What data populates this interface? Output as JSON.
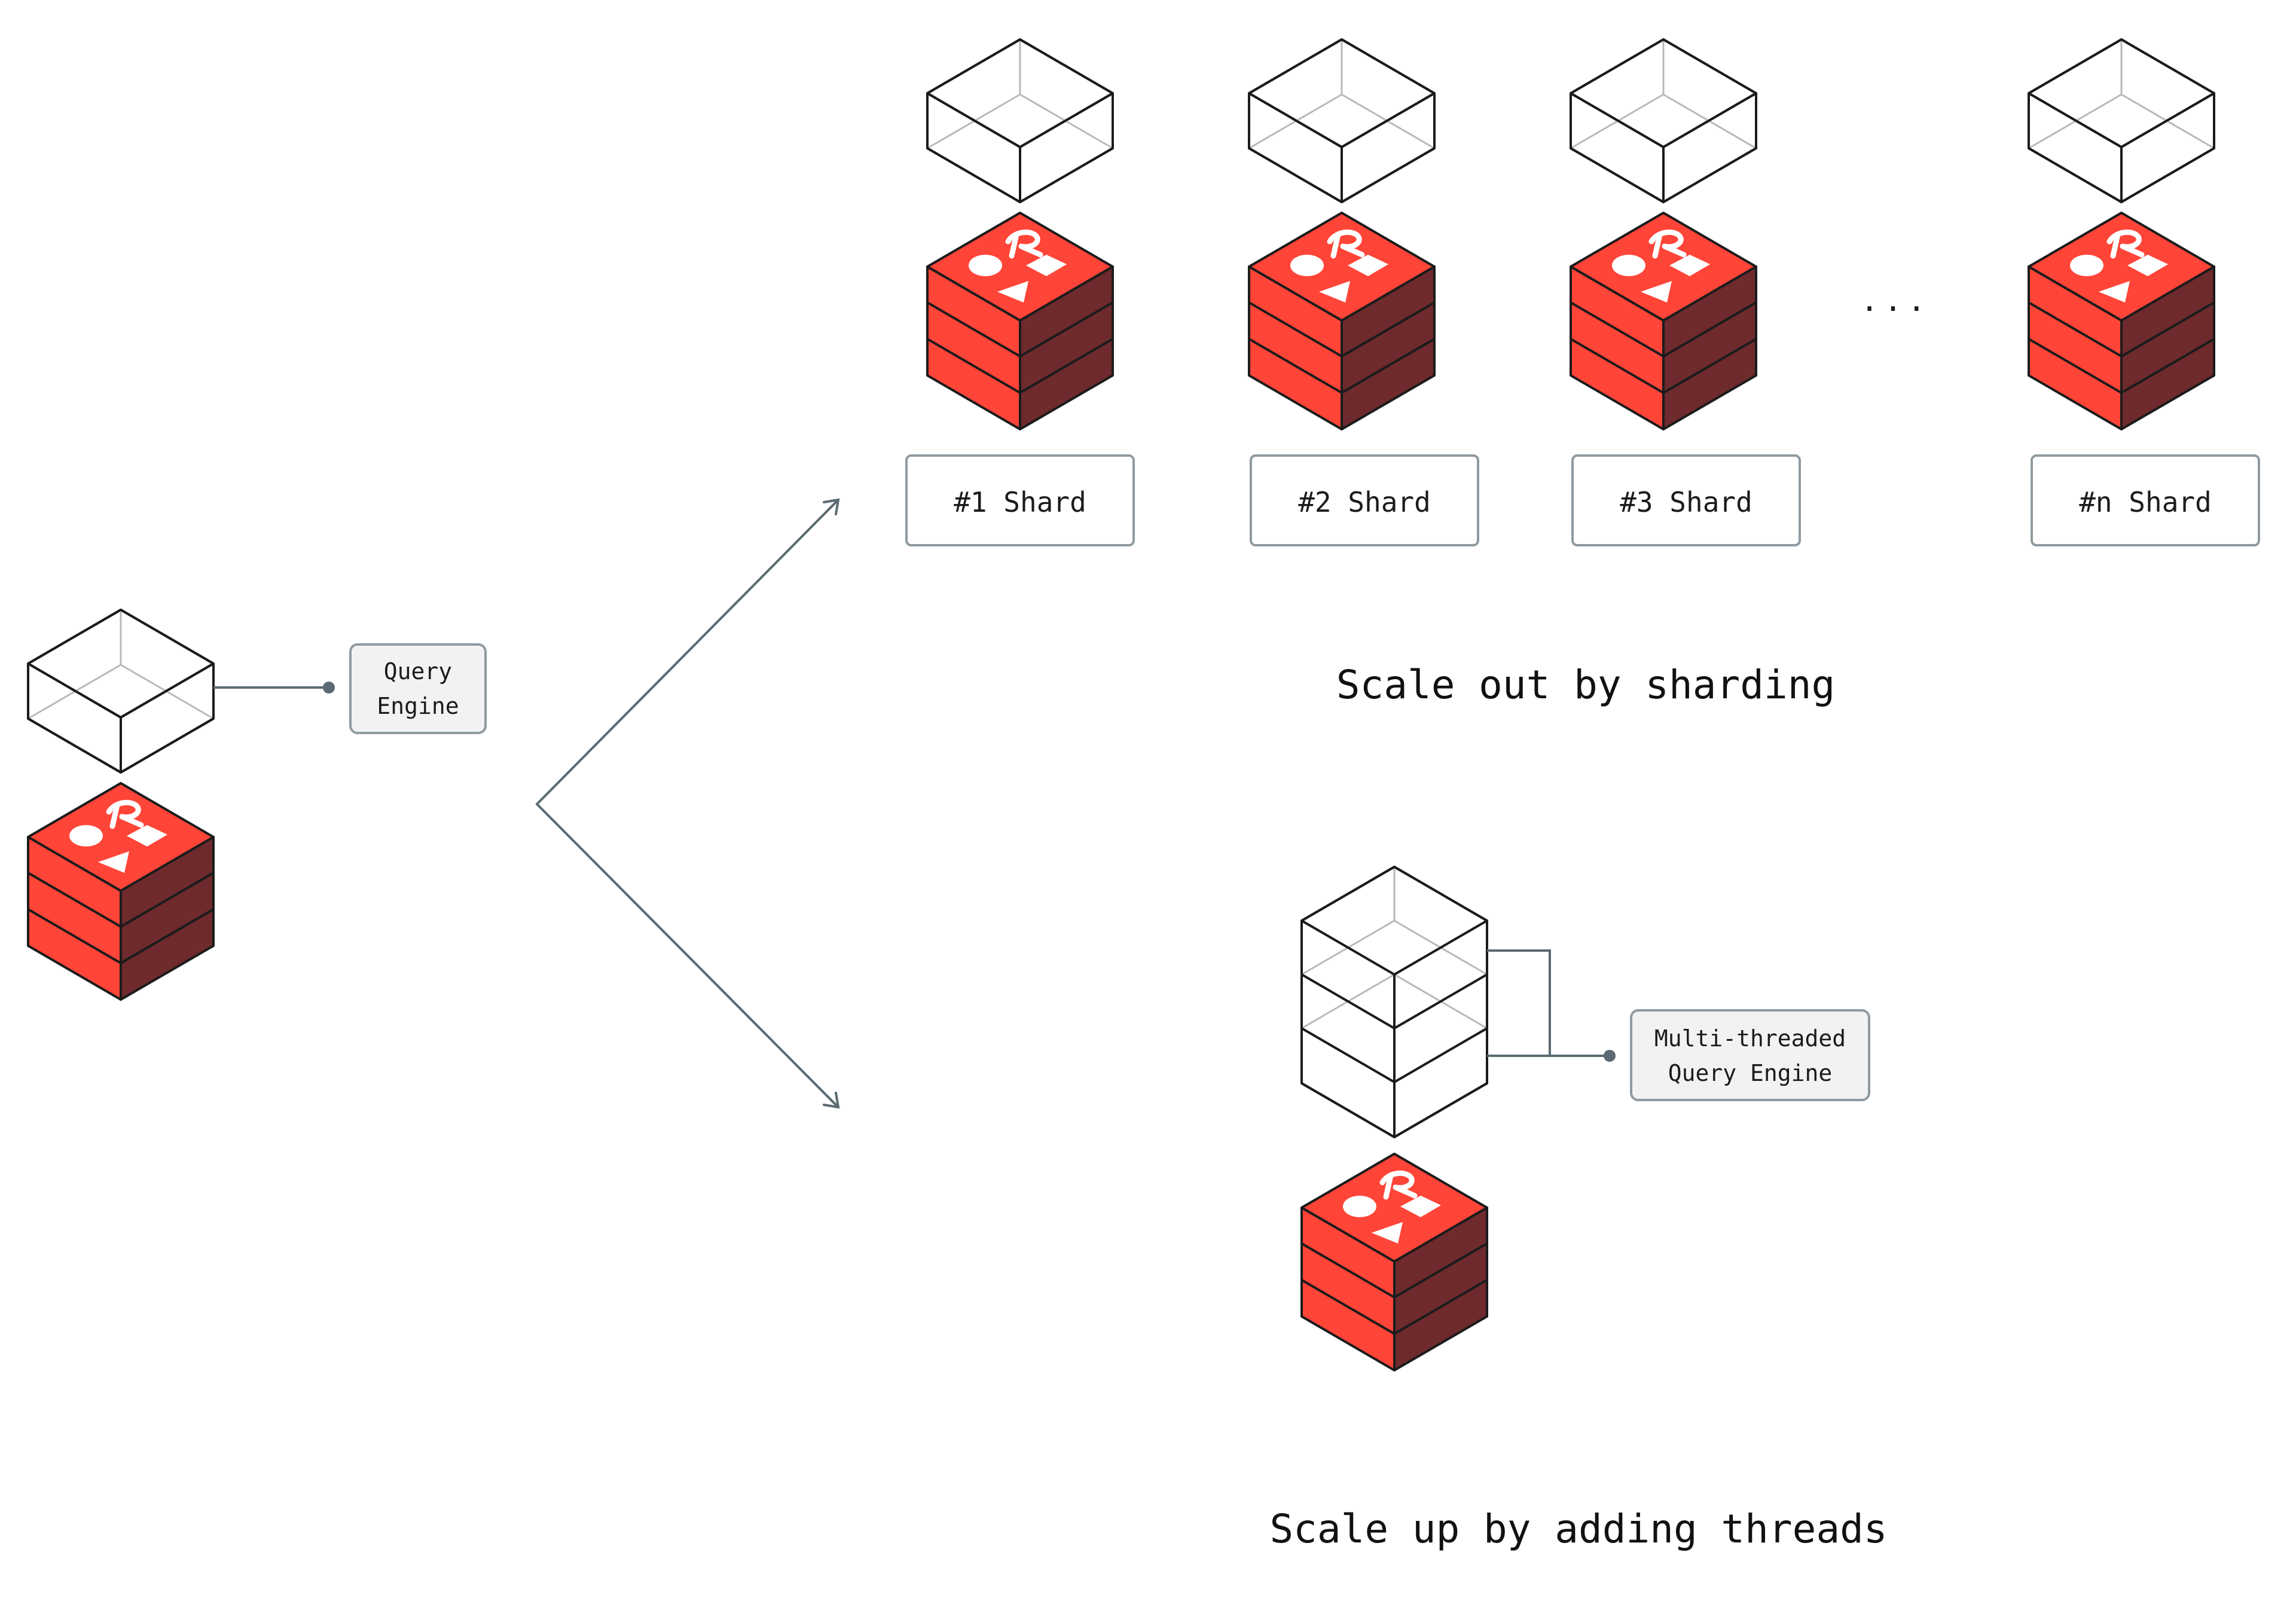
{
  "single_node": {
    "label_line1": "Query",
    "label_line2": "Engine"
  },
  "sharding": {
    "shards": [
      "#1 Shard",
      "#2 Shard",
      "#3 Shard",
      "#n Shard"
    ],
    "ellipsis": "...",
    "caption": "Scale out by sharding"
  },
  "threads": {
    "label_line1": "Multi-threaded",
    "label_line2": "Query Engine",
    "caption": "Scale up by adding threads"
  },
  "colors": {
    "redis_red": "#ff4438",
    "redis_dark": "#6e2a2c",
    "connector": "#5b6a72"
  }
}
